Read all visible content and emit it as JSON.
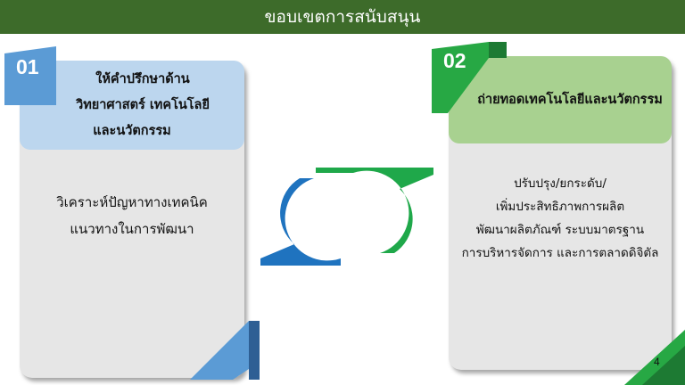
{
  "header": {
    "title": "ขอบเขตการสนับสนุน"
  },
  "cards": [
    {
      "number": "01",
      "heading_lines": [
        "ให้คำปรึกษาด้าน",
        "วิทยาศาสตร์ เทคโนโลยี",
        "และนวัตกรรม"
      ],
      "body_lines": [
        "วิเคราะห์ปัญหาทางเทคนิค",
        "แนวทางในการพัฒนา"
      ]
    },
    {
      "number": "02",
      "heading_lines": [
        "ถ่ายทอดเทคโนโลยีและนวัตกรรม"
      ],
      "body_lines": [
        "ปรับปรุง/ยกระดับ/",
        "เพิ่มประสิทธิภาพการผลิต",
        "พัฒนาผลิตภัณฑ์ ระบบมาตรฐาน",
        "การบริหารจัดการ และการตลาดดิจิตัล"
      ]
    }
  ],
  "page_number": "4",
  "colors": {
    "title_bar": "#3d6b2a",
    "blue_accent": "#5b9bd5",
    "green_accent": "#27a844",
    "logo_blue": "#1f73bf",
    "logo_green": "#1fa84a"
  }
}
